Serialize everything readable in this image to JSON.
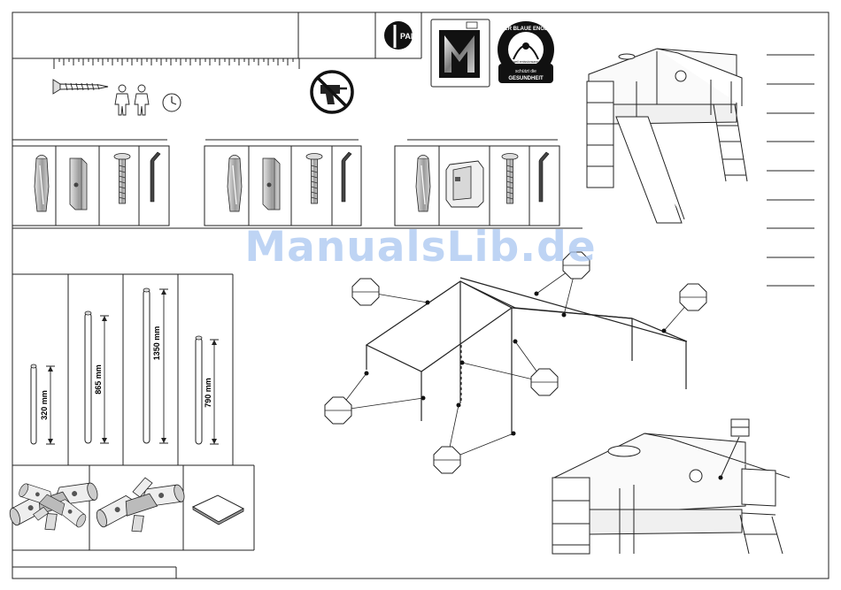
{
  "brand": {
    "logo_text": "PAIDI"
  },
  "certificate": {
    "top_text": "DER BLAUE ENGEL",
    "small_text": "weil emissionsarm",
    "bottom_text_1": "schützt die",
    "bottom_text_2": "GESUNDHEIT"
  },
  "watermark": "ManualsLib.de",
  "poles": [
    {
      "label": "320 mm"
    },
    {
      "label": "865 mm"
    },
    {
      "label": "1350 mm"
    },
    {
      "label": "790 mm"
    }
  ],
  "icons": [
    "screw-icon",
    "two-persons-icon",
    "clock-icon",
    "no-drill-icon",
    "m-label-icon",
    "blue-angel-seal-icon",
    "paidi-logo-icon"
  ],
  "colors": {
    "line": "#1a1a1a",
    "watermark": "#a8c6f0"
  }
}
